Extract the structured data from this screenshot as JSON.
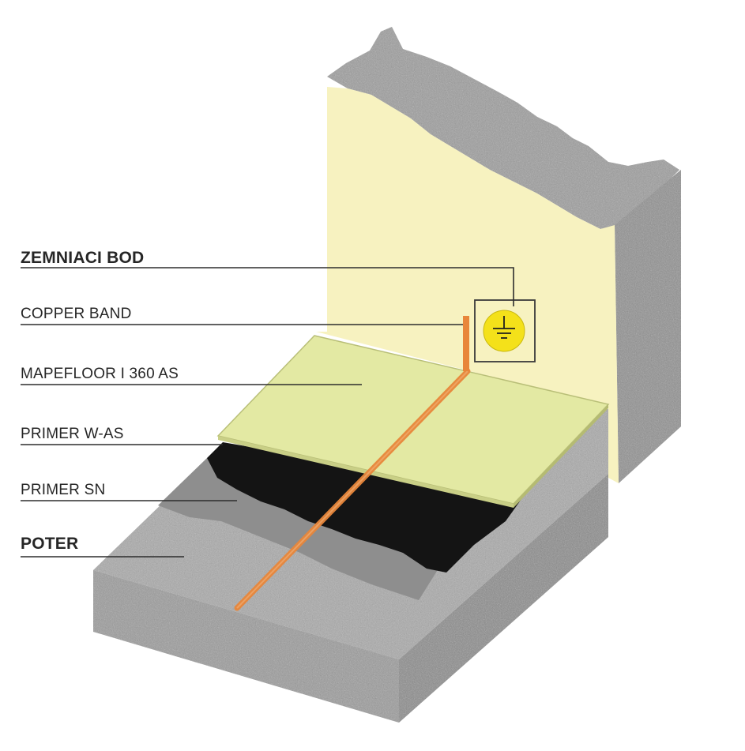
{
  "labels": {
    "grounding_point": "ZEMNIACI BOD",
    "copper_band": "COPPER BAND",
    "mapefloor": "MAPEFLOOR I 360 AS",
    "primer_was": "PRIMER W-AS",
    "primer_sn": "PRIMER SN",
    "screed": "POTER"
  },
  "icons": {
    "grounding_symbol": "earth-ground-icon"
  },
  "colors": {
    "concrete": "#9c9c9c",
    "concrete_dark": "#8a8a8a",
    "wall_coating": "#f7f2c0",
    "floor_coating": "#e3e9a3",
    "primer_was": "#141414",
    "primer_sn": "#8e8e8e",
    "copper": "#e8863a",
    "ground_badge": "#f4e11a",
    "leader_line": "#2d2d2d"
  }
}
